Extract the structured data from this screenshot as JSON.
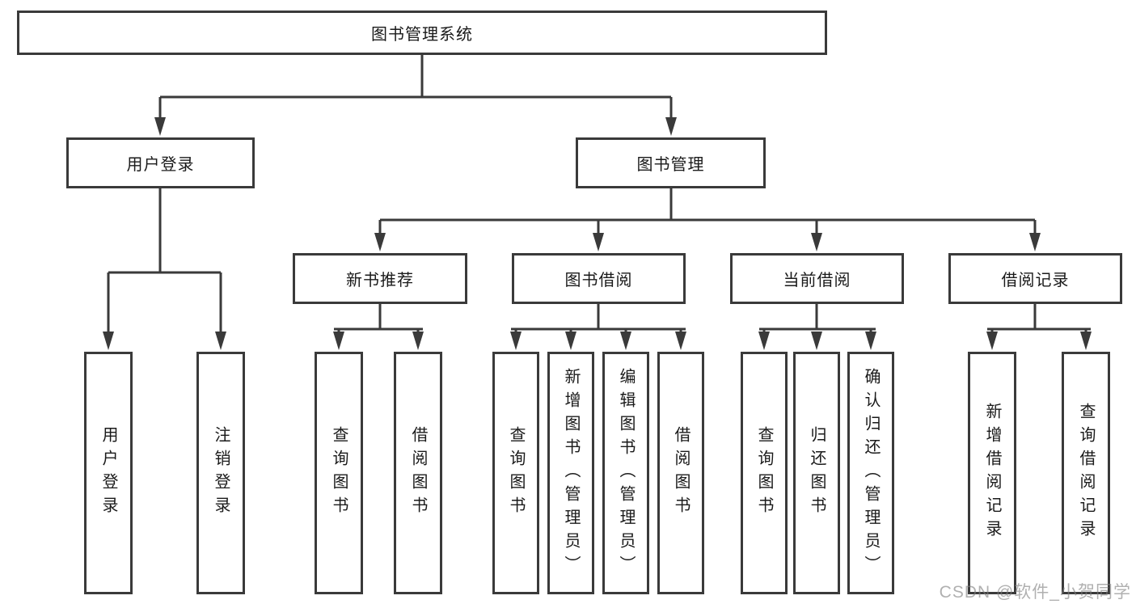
{
  "watermark": {
    "text": "CSDN @软件_小贺同学"
  },
  "colors": {
    "line": "#3a3a3a",
    "box_border": "#3a3a3a",
    "box_fill": "#ffffff",
    "text": "#1a1a1a",
    "watermark": "#9e9e9e"
  },
  "tree": {
    "root": {
      "label": "图书管理系统",
      "children": [
        {
          "label": "用户登录",
          "children": [
            {
              "label": "用户登录"
            },
            {
              "label": "注销登录"
            }
          ]
        },
        {
          "label": "图书管理",
          "children": [
            {
              "label": "新书推荐",
              "children": [
                {
                  "label": "查询图书"
                },
                {
                  "label": "借阅图书"
                }
              ]
            },
            {
              "label": "图书借阅",
              "children": [
                {
                  "label": "查询图书"
                },
                {
                  "label": "新增图书（管理员）"
                },
                {
                  "label": "编辑图书（管理员）"
                },
                {
                  "label": "借阅图书"
                }
              ]
            },
            {
              "label": "当前借阅",
              "children": [
                {
                  "label": "查询图书"
                },
                {
                  "label": "归还图书"
                },
                {
                  "label": "确认归还（管理员）"
                }
              ]
            },
            {
              "label": "借阅记录",
              "children": [
                {
                  "label": "新增借阅记录"
                },
                {
                  "label": "查询借阅记录"
                }
              ]
            }
          ]
        }
      ]
    }
  }
}
